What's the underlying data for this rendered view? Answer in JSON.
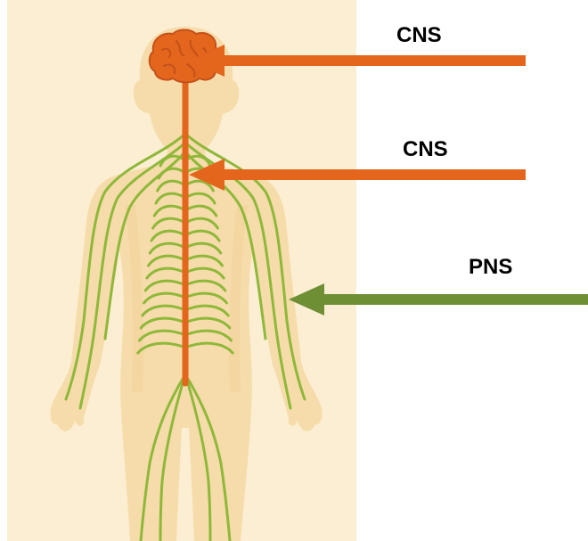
{
  "labels": {
    "brain": "CNS",
    "spinal_cord": "CNS",
    "peripheral_nerves": "PNS"
  },
  "colors": {
    "background_panel": "#fbeed3",
    "body_skin": "#f6dcaa",
    "body_skin_shadow": "#efcb8f",
    "cns_orange": "#e3661c",
    "cns_orange_dark": "#c4501a",
    "pns_green": "#8fb83a",
    "pns_arrow_green": "#6f8f35",
    "label_text": "#000000"
  },
  "icons": {
    "brain": "brain-icon",
    "spinal_cord": "spinal-cord-shape",
    "nerves": "nerve-branches-shape"
  }
}
